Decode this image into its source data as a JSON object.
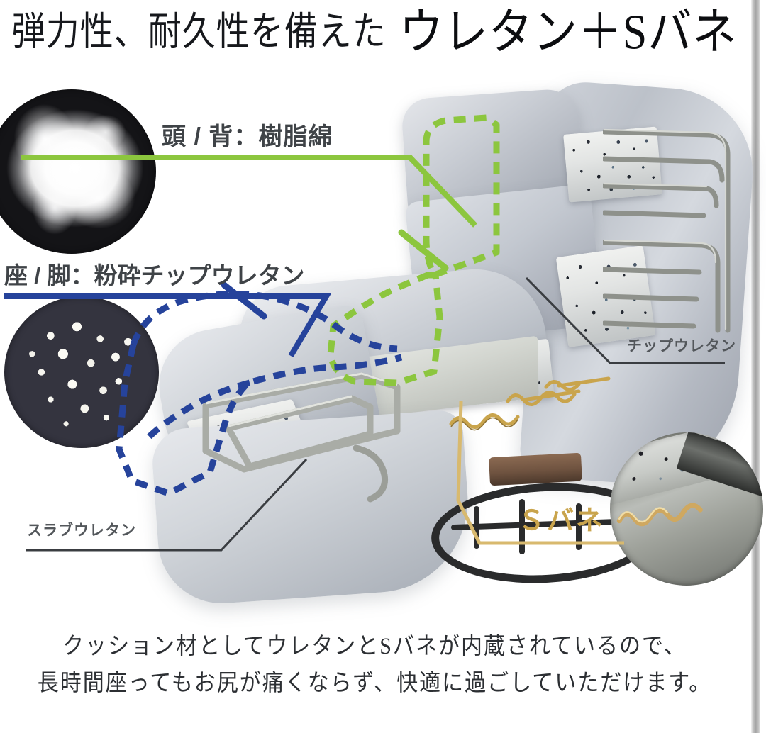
{
  "headline": {
    "lead": "弾力性、耐久性を備えた",
    "emphasis": "ウレタン＋Sバネ"
  },
  "callouts": {
    "head_back": {
      "text": "頭 / 背：樹脂綿",
      "color": "#8cc63e",
      "swatch_name": "resin-cotton-photo"
    },
    "seat_leg": {
      "text": "座 / 脚：粉砕チップウレタン",
      "color": "#26439b",
      "swatch_name": "crushed-chip-urethane-photo"
    },
    "chip_urethane": {
      "text": "チップウレタン",
      "color": "#3a3d41"
    },
    "slab_urethane": {
      "text": "スラブウレタン",
      "color": "#3a3d41"
    },
    "s_spring": {
      "text": "Ｓバネ",
      "color": "#c9a44c",
      "swatch_name": "s-spring-closeup-photo"
    }
  },
  "product_photo": {
    "subject": "reclining swivel floor chair cutaway",
    "fabric_color": "#c5cad1",
    "frame_color": "#b9bcb6",
    "base_color": "#2a2b2c",
    "spring_color": "#c9a44c"
  },
  "caption": {
    "line1": "クッション材としてウレタンとSバネが内蔵されているので、",
    "line2": "長時間座ってもお尻が痛くならず、快適に過ごしていただけます。"
  },
  "page_edge": {
    "color": "#a4a4a4"
  }
}
